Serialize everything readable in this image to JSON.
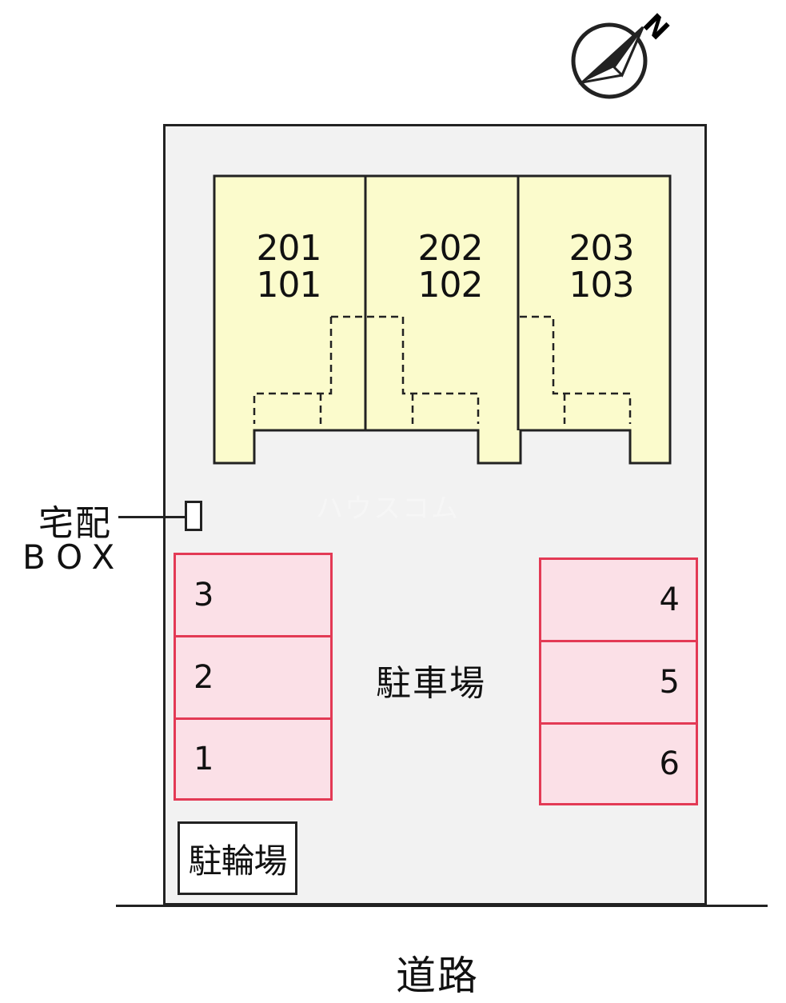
{
  "map": {
    "units": [
      {
        "upper": "201",
        "lower": "101"
      },
      {
        "upper": "202",
        "lower": "102"
      },
      {
        "upper": "203",
        "lower": "103"
      }
    ],
    "parking": {
      "label": "駐車場",
      "left_spaces": [
        "3",
        "2",
        "1"
      ],
      "right_spaces": [
        "4",
        "5",
        "6"
      ]
    },
    "bicycle_parking": "駐輪場",
    "delivery_box": {
      "line1": "宅配",
      "line2": "BOX"
    },
    "road": "道路",
    "compass": "N",
    "watermark": "ハウスコム"
  },
  "colors": {
    "building_fill": "#fbfbcc",
    "parking_fill": "#fbe0e7",
    "parking_border": "#e33a55",
    "lot_fill": "#f2f2f2"
  }
}
